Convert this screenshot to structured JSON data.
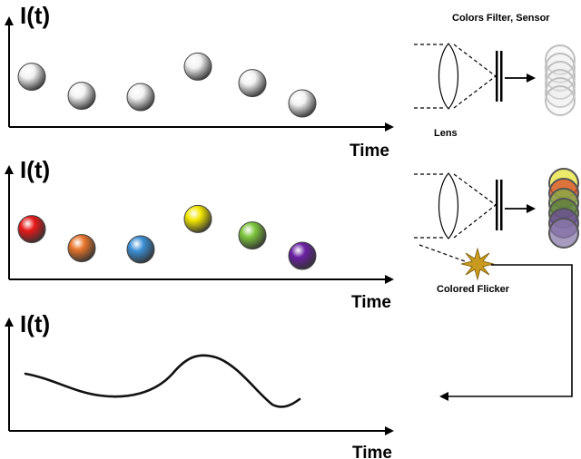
{
  "panels": [
    {
      "ylabel": "I(t)",
      "xlabel": "Time"
    },
    {
      "ylabel": "I(t)",
      "xlabel": "Time"
    },
    {
      "ylabel": "I(t)",
      "xlabel": "Time"
    }
  ],
  "optics": {
    "top_caption": "Colors Filter, Sensor",
    "lens_label": "Lens",
    "flicker_label": "Colored Flicker"
  },
  "balls_gray": {
    "colors": [
      "#f2f2f2",
      "#f2f2f2",
      "#f2f2f2",
      "#f2f2f2",
      "#f2f2f2",
      "#f2f2f2"
    ],
    "intensity": [
      0.62,
      0.32,
      0.3,
      0.78,
      0.52,
      0.2
    ]
  },
  "balls_colored": {
    "colors": [
      "#e81818",
      "#e8742a",
      "#3b8fd6",
      "#f2e600",
      "#7dc63c",
      "#6a1fa3"
    ],
    "intensity": [
      0.62,
      0.32,
      0.3,
      0.78,
      0.52,
      0.2
    ]
  },
  "sensor_stack_gray": {
    "colors": [
      "#bfbfbf",
      "#bfbfbf",
      "#bfbfbf",
      "#bfbfbf",
      "#bfbfbf",
      "#bfbfbf"
    ]
  },
  "sensor_stack_colored": {
    "colors": [
      "#e6e23a",
      "#d84a2a",
      "#7fb04a",
      "#5a7a3a",
      "#6a4a9a",
      "#8a7aaa"
    ]
  },
  "flicker_color": "#c89a1e",
  "accent_color": "#000000"
}
